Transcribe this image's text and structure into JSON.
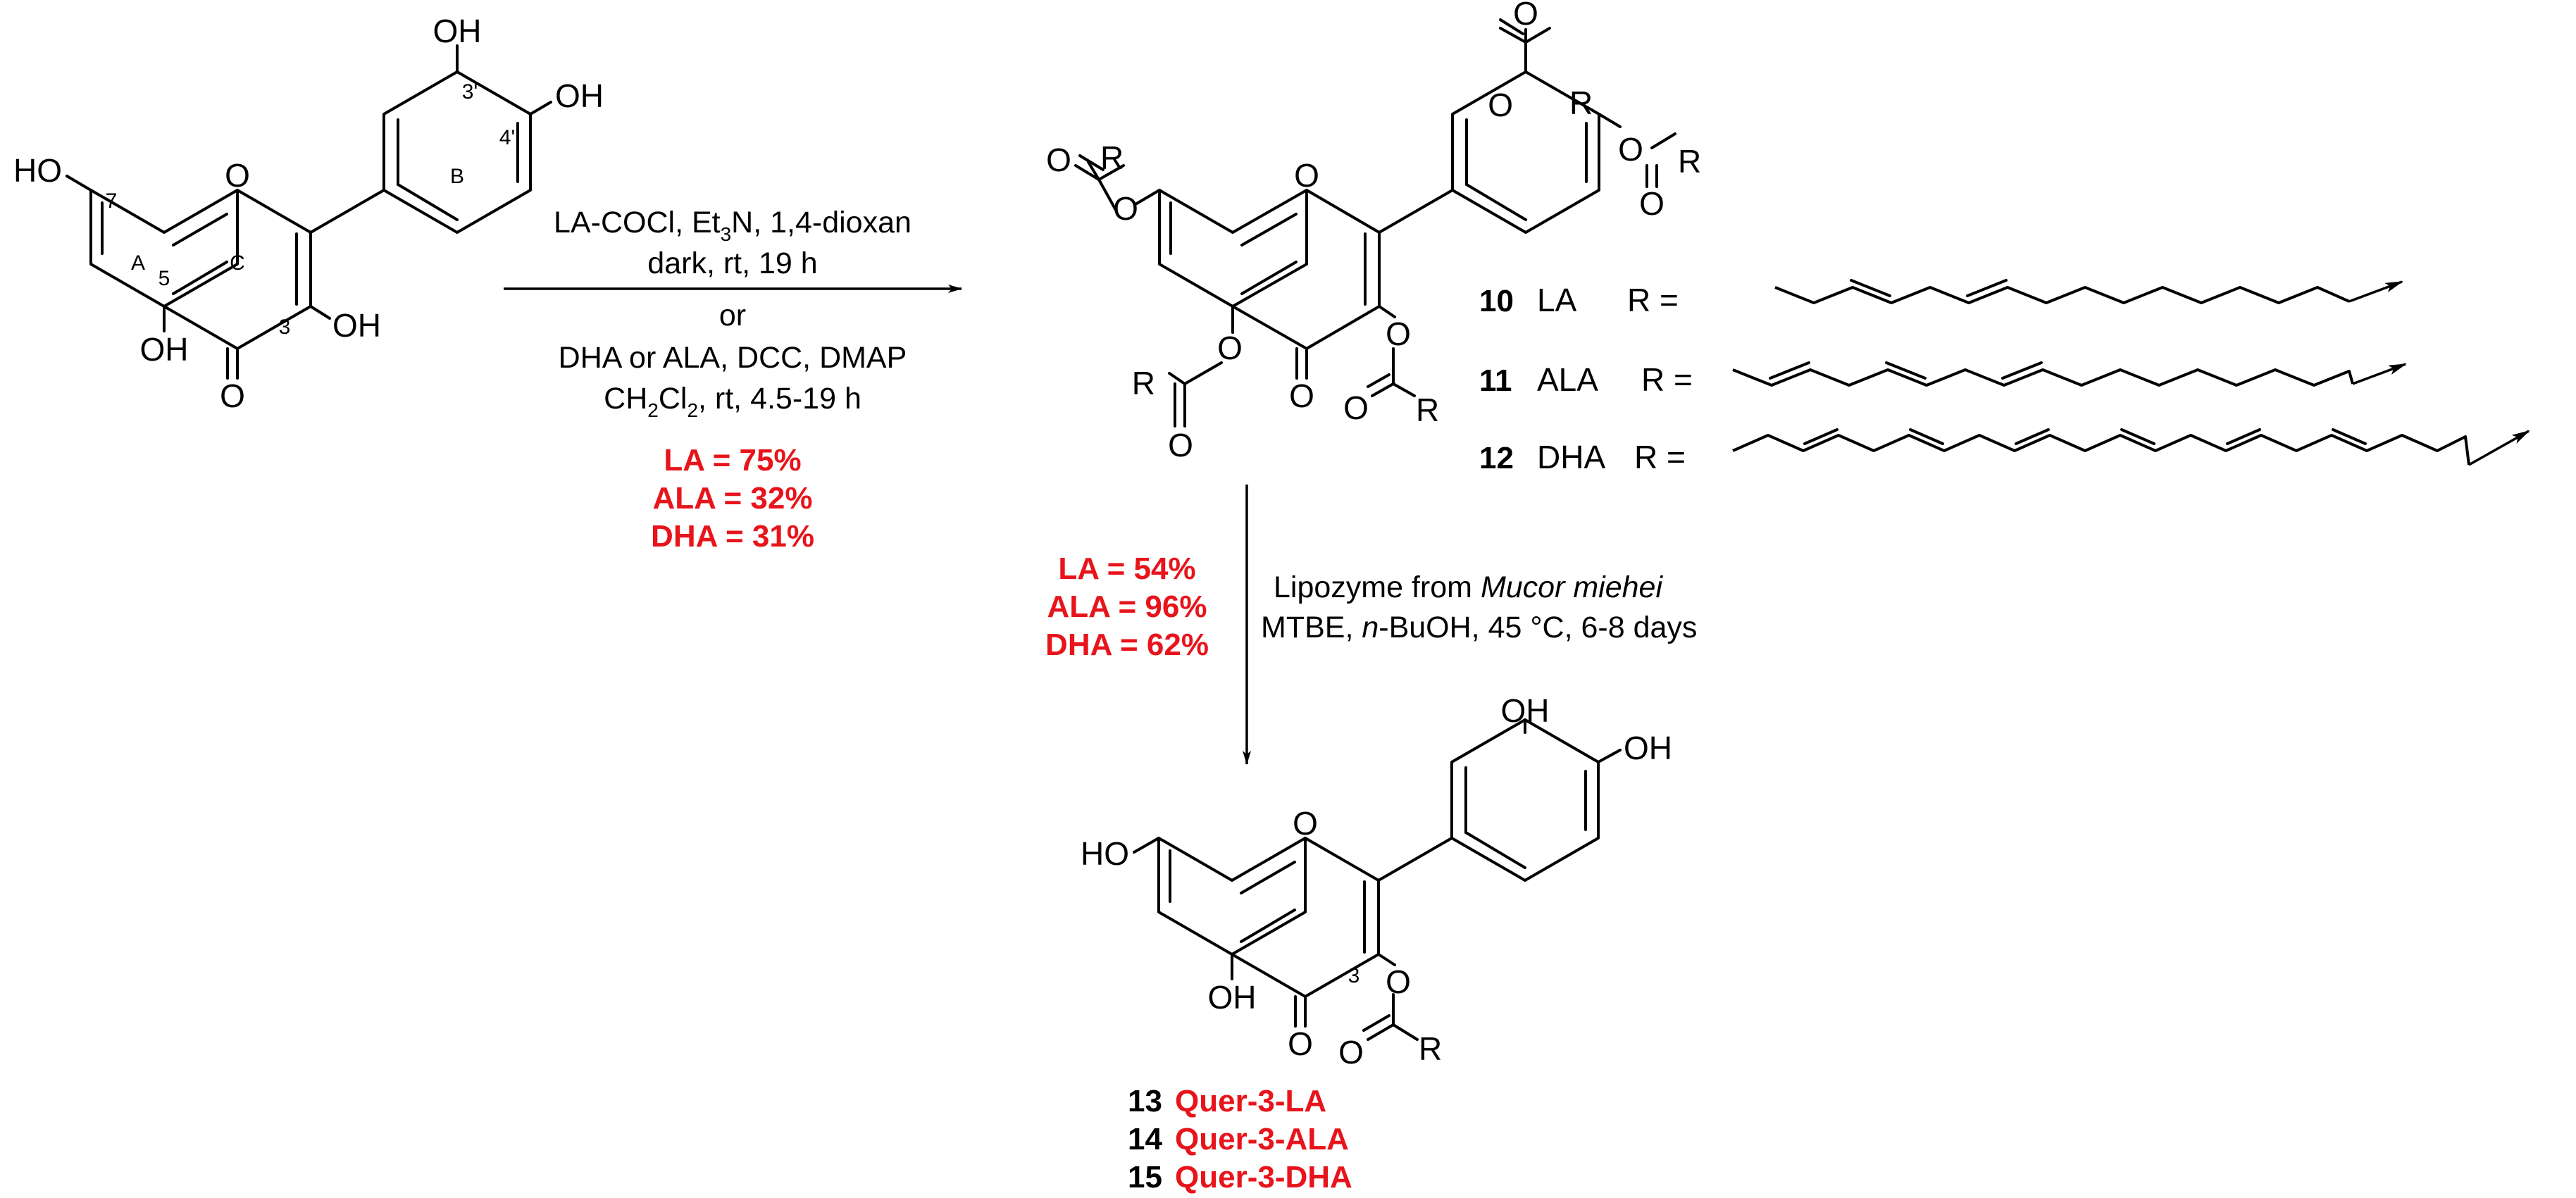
{
  "structures": {
    "quercetin": {
      "atoms": {
        "oh": "OH",
        "ho": "HO",
        "o": "O"
      },
      "ring_labels": {
        "a": "A",
        "b": "B",
        "c": "C"
      },
      "positions": {
        "p7": "7",
        "p5": "5",
        "p3": "3",
        "p3p": "3'",
        "p4p": "4'"
      }
    },
    "ester": {
      "r": "R",
      "o": "O"
    },
    "product": {
      "oh": "OH",
      "ho": "HO",
      "o": "O",
      "r": "R",
      "p3": "3"
    }
  },
  "reaction_1": {
    "line1_a": "LA-COCl, Et",
    "line1_sub": "3",
    "line1_b": "N, 1,4-dioxan",
    "line2": "dark, rt, 19 h",
    "line3": "or",
    "line4": "DHA or ALA, DCC, DMAP",
    "line5_a": "CH",
    "line5_sub1": "2",
    "line5_b": "Cl",
    "line5_sub2": "2",
    "line5_c": ", rt, 4.5-19 h",
    "yields": [
      "LA = 75%",
      "ALA = 32%",
      "DHA = 31%"
    ]
  },
  "reaction_2": {
    "line1_a": "Lipozyme from ",
    "line1_i": "Mucor miehei",
    "line2_a": "MTBE, ",
    "line2_i": "n",
    "line2_b": "-BuOH, 45 °C, 6-8 days",
    "yields": [
      "LA = 54%",
      "ALA = 96%",
      "DHA = 62%"
    ]
  },
  "r_groups": [
    {
      "number": "10",
      "acid": "LA",
      "eq": "R ="
    },
    {
      "number": "11",
      "acid": "ALA",
      "eq": "R ="
    },
    {
      "number": "12",
      "acid": "DHA",
      "eq": "R ="
    }
  ],
  "products": [
    {
      "number": "13",
      "name": "Quer-3-LA"
    },
    {
      "number": "14",
      "name": "Quer-3-ALA"
    },
    {
      "number": "15",
      "name": "Quer-3-DHA"
    }
  ]
}
